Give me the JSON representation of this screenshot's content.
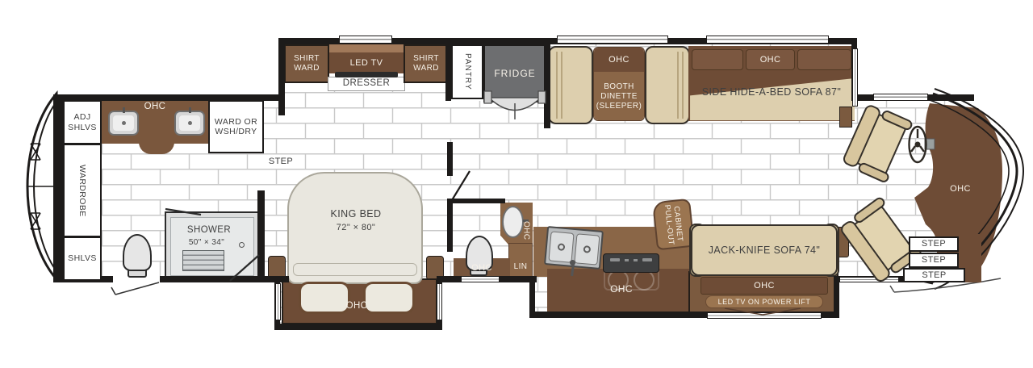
{
  "diagram_type": "rv-floor-plan",
  "colors": {
    "wall": "#1d1b1a",
    "cabinet_dark": "#6e4c36",
    "cabinet_mid": "#8a6647",
    "cabinet_warm": "#7a5940",
    "cabinet_light": "#9b7550",
    "upholstery_cream": "#ddcfae",
    "mattress": "#e9e7df",
    "appliance_gray": "#6d6e70",
    "shower_gray": "#dcdddd",
    "tile_line": "#c9c9c9",
    "text_dark": "#3f3f3f",
    "text_light": "#f7f2e9"
  },
  "labels": {
    "rear": {
      "adj_shlvs": "ADJ\nSHLVS",
      "wardrobe": "WARDROBE",
      "shlvs": "SHLVS",
      "vanity_ohc": "OHC",
      "ward_or_washdry": "WARD OR\nWSH/DRY",
      "shower": "SHOWER",
      "shower_size": "50\" × 34\""
    },
    "bedroom": {
      "shirt_ward_left": "SHIRT\nWARD",
      "led_tv": "LED TV",
      "dresser": "DRESSER",
      "shirt_ward_right": "SHIRT\nWARD",
      "step": "STEP",
      "king_bed": "KING BED",
      "king_bed_size": "72\" × 80\"",
      "ohc_foot": "OHC"
    },
    "bath": {
      "sink_ohc": "OHC",
      "toilet_ohc": "OHC",
      "linen": "LIN"
    },
    "galley": {
      "pantry": "PANTRY",
      "fridge": "FRIDGE",
      "ohc": "OHC",
      "pull_out_cabinet": "PULL-OUT\nCABINET"
    },
    "living": {
      "booth_ohc": "OHC",
      "booth_dinette": "BOOTH\nDINETTE\n(SLEEPER)",
      "sofa_ohc": "OHC",
      "side_sofa": "SIDE HIDE-A-BED SOFA 87\"",
      "jack_knife_sofa": "JACK-KNIFE SOFA 74\"",
      "jack_knife_ohc": "OHC",
      "tv_lift": "LED TV ON POWER LIFT"
    },
    "front": {
      "dash_ohc": "OHC",
      "steps": [
        "STEP",
        "STEP",
        "STEP"
      ]
    }
  }
}
